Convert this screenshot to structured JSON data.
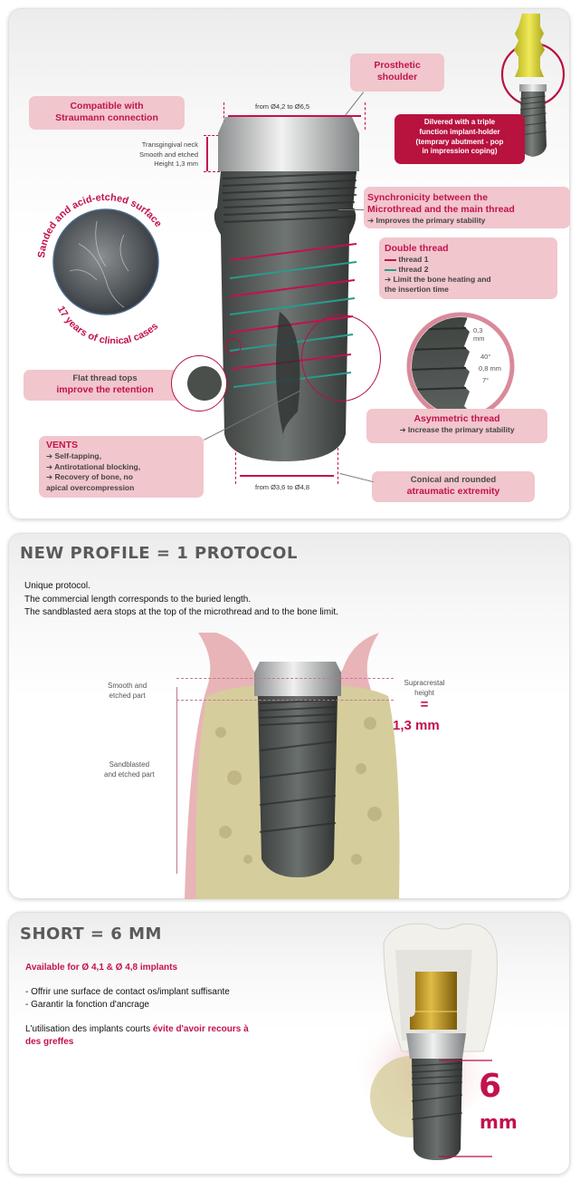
{
  "colors": {
    "accent": "#c3124d",
    "box_pink": "#f1c6cd",
    "box_crimson": "#b8123f",
    "thread1": "#c3124d",
    "thread2": "#2a9a8c",
    "implant_dark": "#4a4f4c",
    "implant_silver": "#c9cbcc",
    "gum": "#e8b4b8",
    "bone": "#d6cd9c",
    "gold": "#c9a227"
  },
  "section1": {
    "compatible": {
      "line1": "Compatible with",
      "line2": "Straumann connection"
    },
    "prosthetic": {
      "line1": "Prosthetic",
      "line2": "shoulder"
    },
    "holder": {
      "line1": "Dilvered with a triple",
      "line2": "function implant-holder",
      "line3": "(temprary abutment - pop",
      "line4": "in impression coping)"
    },
    "top_diameter": "from Ø4,2 to Ø6,5",
    "neck": {
      "line1": "Transgingival neck",
      "line2": "Smooth and etched",
      "line3": "Height 1,3 mm"
    },
    "surface_circle": {
      "top_text": "Sanded and acid-etched surface",
      "bottom_text": "17 years of clinical cases"
    },
    "synchro": {
      "line1": "Synchronicity between the",
      "line2": "Microthread  and the main thread",
      "arrow": "➔ Improves the primary stability"
    },
    "double_thread": {
      "title": "Double thread",
      "thread1": "thread 1",
      "thread2": "thread 2",
      "arrow1": "➔ Limit the bone heating and",
      "arrow2": "the insertion time"
    },
    "asym_detail": {
      "pitch_top": "0,3",
      "pitch_top_unit": "mm",
      "angle_top": "40°",
      "pitch": "0,8 mm",
      "angle_bottom": "7°"
    },
    "asymmetric": {
      "title": "Asymmetric thread",
      "arrow": "➔ Increase the primary stability"
    },
    "flat": {
      "line1": "Flat thread tops",
      "line2": "improve the retention"
    },
    "vents": {
      "title": "VENTS",
      "item1": "➔ Self-tapping,",
      "item2": "➔ Antirotational blocking,",
      "item3": "➔ Recovery of bone, no",
      "item4": "apical overcompression"
    },
    "bottom_diameter": "from Ø3,6 to Ø4,8",
    "conical": {
      "line1": "Conical and rounded",
      "line2": "atraumatic extremity"
    }
  },
  "section2": {
    "title": "NEW PROFILE = 1 PROTOCOL",
    "line1": "Unique protocol.",
    "line2": "The commercial length corresponds to the buried length.",
    "line3": "The sandblasted aera stops at the top of the microthread and to the bone limit.",
    "smooth_label": {
      "line1": "Smooth and",
      "line2": "etched part"
    },
    "sandblasted_label": {
      "line1": "Sandblasted",
      "line2": "and etched part"
    },
    "supracrestal": {
      "line1": "Supracrestal",
      "line2": "height",
      "equals": "=",
      "value": "1,3 mm"
    }
  },
  "section3": {
    "title": "SHORT = 6 MM",
    "available": "Available for Ø 4,1 & Ø 4,8 implants",
    "bullet1": "- Offrir une surface de contact os/implant suffisante",
    "bullet2": "- Garantir la fonction d'ancrage",
    "usage_plain": "L'utilisation des implants courts ",
    "usage_highlight1": "évite d'avoir recours à",
    "usage_highlight2": "des greffes",
    "big_number": "6",
    "big_unit": "mm"
  }
}
